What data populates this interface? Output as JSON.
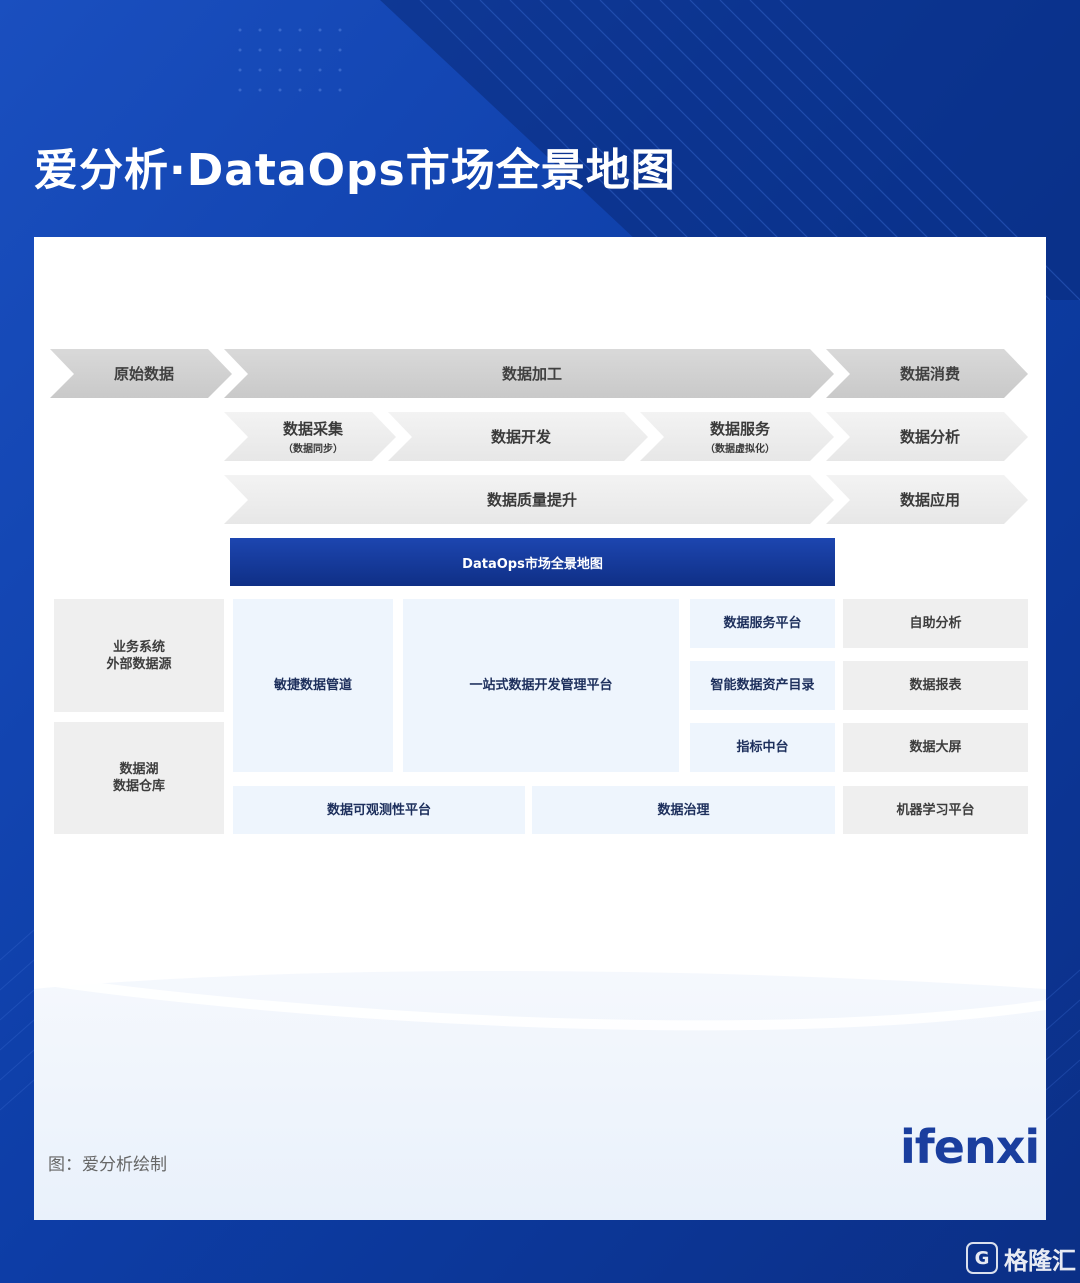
{
  "title": "爱分析·DataOps市场全景地图",
  "stages": {
    "raw": "原始数据",
    "processing": "数据加工",
    "consumption": "数据消费"
  },
  "steps": {
    "collect": "数据采集",
    "collect_sub": "（数据同步）",
    "develop": "数据开发",
    "service": "数据服务",
    "service_sub": "（数据虚拟化）",
    "analysis": "数据分析",
    "quality": "数据质量提升",
    "application": "数据应用"
  },
  "banner": "DataOps市场全景地图",
  "sources": {
    "business": [
      "业务系统",
      "外部数据源"
    ],
    "lake": [
      "数据湖",
      "数据仓库"
    ]
  },
  "platforms": {
    "pipeline": "敏捷数据管道",
    "onestop": "一站式数据开发管理平台",
    "service_platform": "数据服务平台",
    "asset_catalog": "智能数据资产目录",
    "metrics": "指标中台",
    "observability": "数据可观测性平台",
    "governance": "数据治理"
  },
  "consumers": {
    "self_service": "自助分析",
    "reports": "数据报表",
    "dashboard": "数据大屏",
    "ml": "机器学习平台"
  },
  "footer_note": "图：爱分析绘制",
  "logo": "ifenxi",
  "watermark": "格隆汇",
  "watermark_icon": "G"
}
